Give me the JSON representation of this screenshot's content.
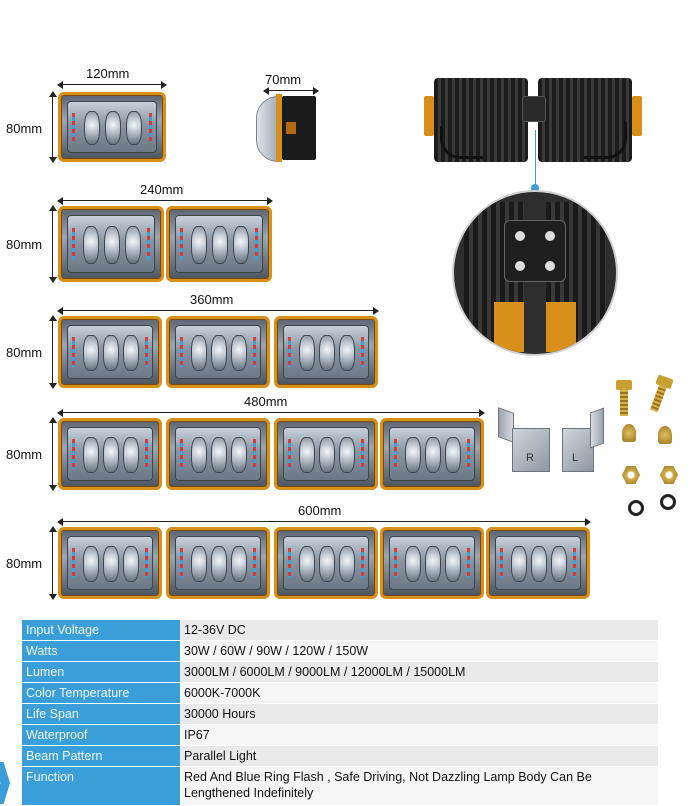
{
  "dimensions": {
    "w120": "120mm",
    "w70": "70mm",
    "w240": "240mm",
    "w360": "360mm",
    "w480": "480mm",
    "w600": "600mm",
    "h80": "80mm"
  },
  "brackets": {
    "right_label": "R",
    "left_label": "L"
  },
  "specs": [
    {
      "key": "Input Voltage",
      "value": "12-36V DC"
    },
    {
      "key": "Watts",
      "value": "30W / 60W / 90W / 120W / 150W"
    },
    {
      "key": "Lumen",
      "value": "3000LM / 6000LM / 9000LM / 12000LM / 15000LM"
    },
    {
      "key": "Color Temperature",
      "value": "6000K-7000K"
    },
    {
      "key": "Life Span",
      "value": "30000 Hours"
    },
    {
      "key": "Waterproof",
      "value": "IP67"
    },
    {
      "key": "Beam Pattern",
      "value": "Parallel Light"
    },
    {
      "key": "Function",
      "value": "Red And Blue Ring  Flash , Safe Driving, Not Dazzling Lamp Body Can Be Lengthened Indefinitely"
    }
  ],
  "colors": {
    "key_bg": "#3a9fd8",
    "housing_orange": "#d9901a"
  }
}
